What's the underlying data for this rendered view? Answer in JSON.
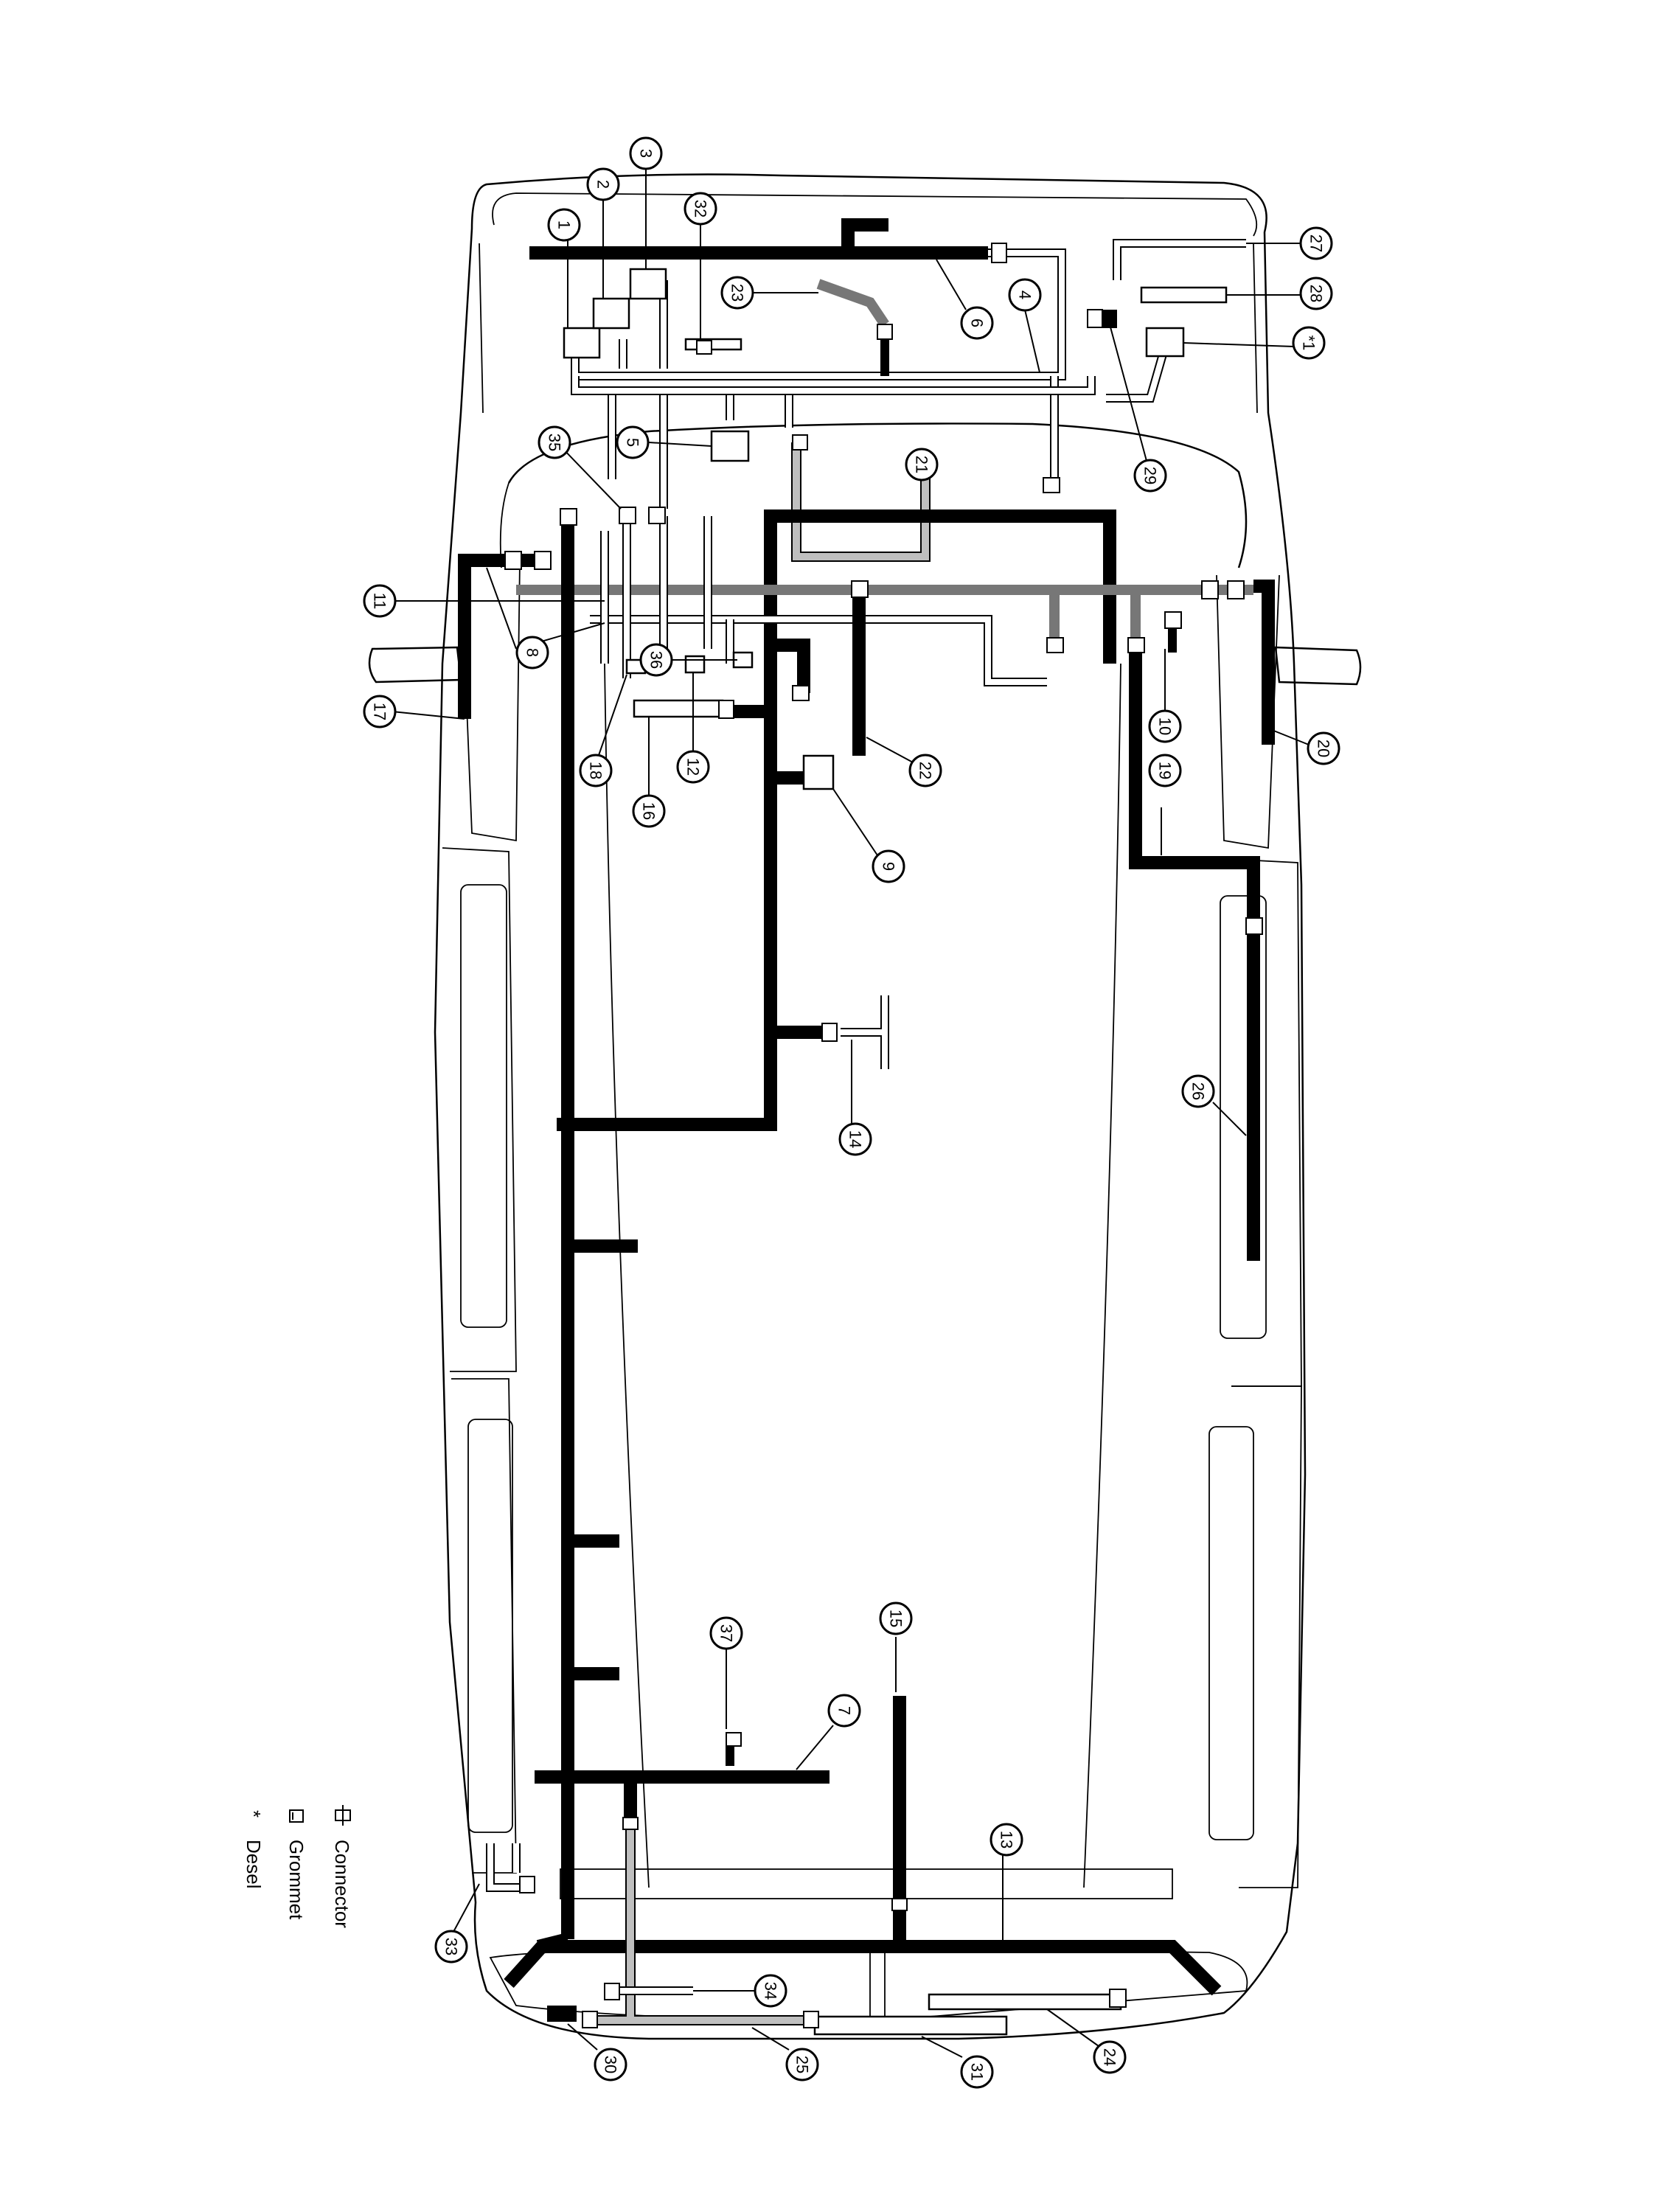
{
  "legend": {
    "connector_label": "Connector",
    "grommet_label": "Grommet",
    "diesel_label": "Desel",
    "diesel_symbol": "*"
  },
  "callouts": [
    "1",
    "2",
    "3",
    "32",
    "23",
    "6",
    "4",
    "*1",
    "27",
    "28",
    "29",
    "5",
    "35",
    "21",
    "11",
    "8",
    "17",
    "36",
    "18",
    "16",
    "12",
    "22",
    "9",
    "10",
    "19",
    "20",
    "14",
    "26",
    "37",
    "15",
    "7",
    "13",
    "33",
    "34",
    "30",
    "25",
    "31",
    "24"
  ],
  "colors": {
    "harness_black": "#000000",
    "harness_grey": "#777777",
    "harness_light_grey": "#bfbfbf"
  }
}
